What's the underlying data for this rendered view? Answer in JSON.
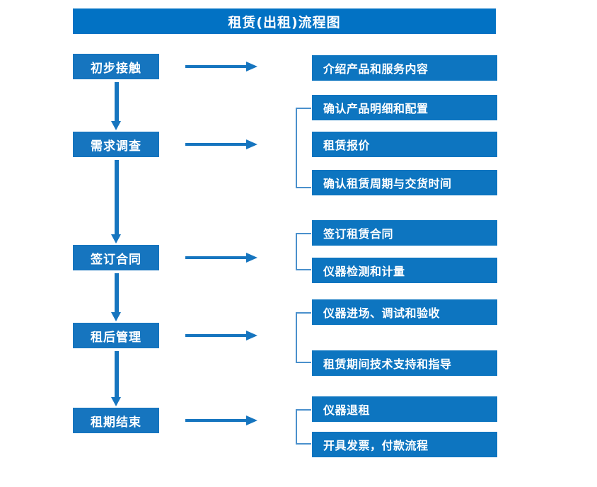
{
  "title": "租赁(出租)流程图",
  "colors": {
    "title_bar": "#0272C4",
    "stage_box": "#1675BF",
    "detail_box": "#0D75C0",
    "arrow": "#1675BF",
    "bracket": "#4A90CC",
    "text": "#FFFFFF",
    "background": "#FFFFFF"
  },
  "stages": [
    {
      "label": "初步接触"
    },
    {
      "label": "需求调查"
    },
    {
      "label": "签订合同"
    },
    {
      "label": "租后管理"
    },
    {
      "label": "租期结束"
    }
  ],
  "details": [
    {
      "label": "介绍产品和服务内容"
    },
    {
      "label": "确认产品明细和配置"
    },
    {
      "label": "租赁报价"
    },
    {
      "label": "确认租赁周期与交货时间"
    },
    {
      "label": "签订租赁合同"
    },
    {
      "label": "仪器检测和计量"
    },
    {
      "label": "仪器进场、调试和验收"
    },
    {
      "label": "租赁期间技术支持和指导"
    },
    {
      "label": "仪器退租"
    },
    {
      "label": "开具发票，付款流程"
    }
  ],
  "groups": [
    {
      "stage": "需求调查",
      "details": [
        "确认产品明细和配置",
        "租赁报价",
        "确认租赁周期与交货时间"
      ]
    },
    {
      "stage": "签订合同",
      "details": [
        "签订租赁合同",
        "仪器检测和计量"
      ]
    },
    {
      "stage": "租后管理",
      "details": [
        "仪器进场、调试和验收",
        "租赁期间技术支持和指导"
      ]
    },
    {
      "stage": "租期结束",
      "details": [
        "仪器退租",
        "开具发票，付款流程"
      ]
    }
  ]
}
